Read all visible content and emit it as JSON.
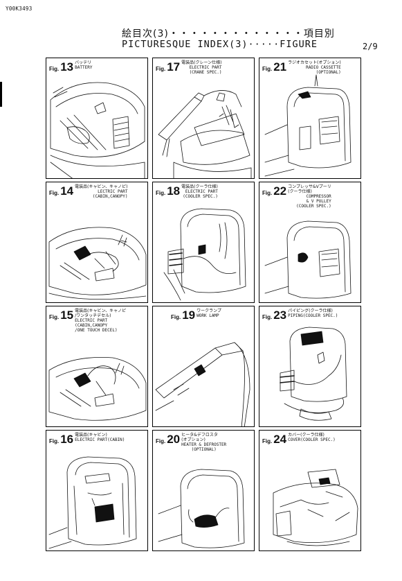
{
  "doc_id": "Y00K3493",
  "title_jp": "絵目次(3)・・・・・・・・・・・・・項目別",
  "title_en": "PICTURESQUE INDEX(3)·····FIGURE",
  "page": "2/9",
  "fig_prefix": "Fig.",
  "figures": [
    {
      "num": "13",
      "jp": "バッテリ",
      "en": "BATTERY"
    },
    {
      "num": "17",
      "jp": "電装品(クレーン仕様)",
      "en": "ELECTRIC PART\n(CRANE SPEC.)"
    },
    {
      "num": "21",
      "jp": "ラジオカセット(オプション)",
      "en": "RADIO CASSETTE\n(OPTIONAL)"
    },
    {
      "num": "14",
      "jp": "電装品(キャビン、キャノピ)",
      "en": "LECTRIC PART\n(CABIN,CANOPY)"
    },
    {
      "num": "18",
      "jp": "電装品(クーラ仕様)",
      "en": "ELECTRIC PART\n(COOLER SPEC.)"
    },
    {
      "num": "22",
      "jp": "コンプレッサ&Vプーリ\n(クーラ仕様)",
      "en": "COMPRESSOR\n& V PULLEY\n(COOLER SPEC.)"
    },
    {
      "num": "15",
      "jp": "電装品(キャビン、キャノピ\n/ワンタッチデセル)",
      "en": "ELECTRIC PART\n(CABIN,CANOPY\n/ONE TOUCH DECEL)"
    },
    {
      "num": "19",
      "jp": "ワークランプ",
      "en": "WORK LAMP"
    },
    {
      "num": "23",
      "jp": "パイピング(クーラ仕様)",
      "en": "PIPING(COOLER SPEC.)"
    },
    {
      "num": "16",
      "jp": "電装品(キャビン)",
      "en": "ELECTRIC PART(CABIN)"
    },
    {
      "num": "20",
      "jp": "ヒータ&デフロスタ\n(オプション)",
      "en": "HEATER & DEFROSTER\n(OPTIONAL)"
    },
    {
      "num": "24",
      "jp": "カバー(クーラ仕様)",
      "en": "COVER(COOLER SPEC.)"
    }
  ]
}
